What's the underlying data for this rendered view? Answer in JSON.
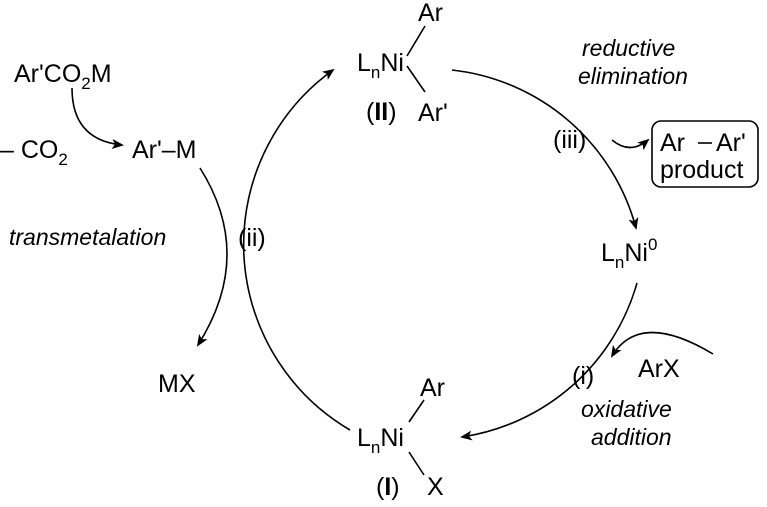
{
  "complex_II": {
    "L": "L",
    "n": "n",
    "Ni": "Ni",
    "ar_top": "Ar",
    "ar_bottom": "Ar'",
    "label_open": "(",
    "label": "II",
    "label_close": ")"
  },
  "complex_I": {
    "L": "L",
    "n": "n",
    "Ni": "Ni",
    "ar_top": "Ar",
    "x_bottom": "X",
    "label_open": "(",
    "label": "I",
    "label_close": ")"
  },
  "ni0": {
    "L": "L",
    "n": "n",
    "Ni": "Ni",
    "ox": "0"
  },
  "reagents": {
    "carboxylate_pre": "Ar'CO",
    "carboxylate_sub": "2",
    "carboxylate_post": "M",
    "co2_minus": "– CO",
    "co2_sub": "2",
    "aryl_metal": "Ar'–M",
    "mx": "MX",
    "arx": "ArX"
  },
  "steps": {
    "step_i": "(i)",
    "step_ii": "(ii)",
    "step_iii": "(iii)",
    "reductive_1": "reductive",
    "reductive_2": "elimination",
    "transmetalation": "transmetalation",
    "oxidative_1": "oxidative",
    "oxidative_2": "addition"
  },
  "product_box": {
    "ar1": "Ar",
    "ar2": "Ar'",
    "label": "product"
  }
}
